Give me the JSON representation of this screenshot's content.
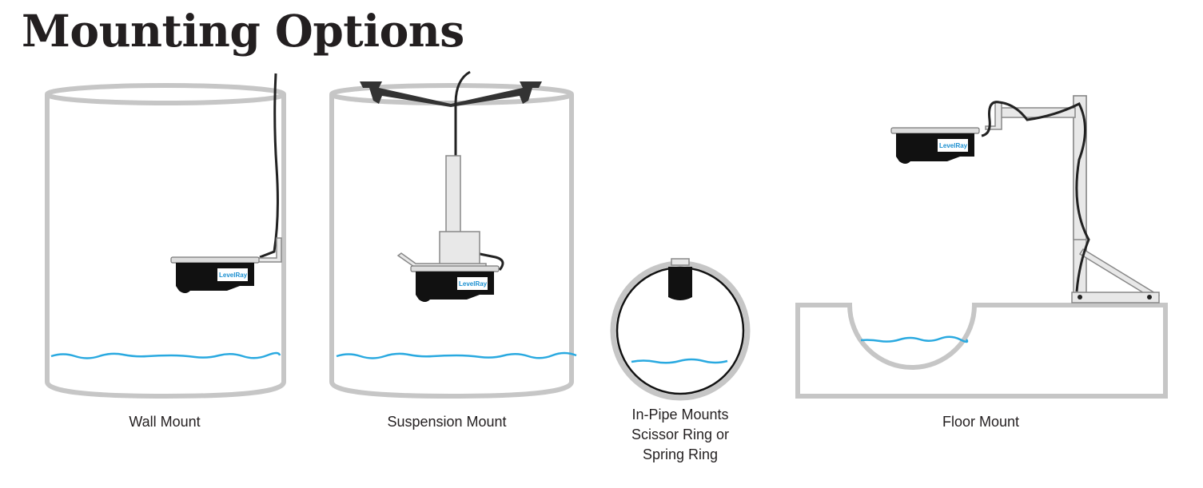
{
  "title": "Mounting Options",
  "sensor_brand": "LevelRay",
  "mounts": [
    {
      "label": "Wall Mount"
    },
    {
      "label": "Suspension Mount"
    },
    {
      "label_lines": [
        "In-Pipe Mounts",
        "Scissor Ring or",
        "Spring Ring"
      ]
    },
    {
      "label": "Floor Mount"
    }
  ],
  "colors": {
    "water": "#29a9e0",
    "structure": "#c6c6c6",
    "title": "#231f20"
  }
}
